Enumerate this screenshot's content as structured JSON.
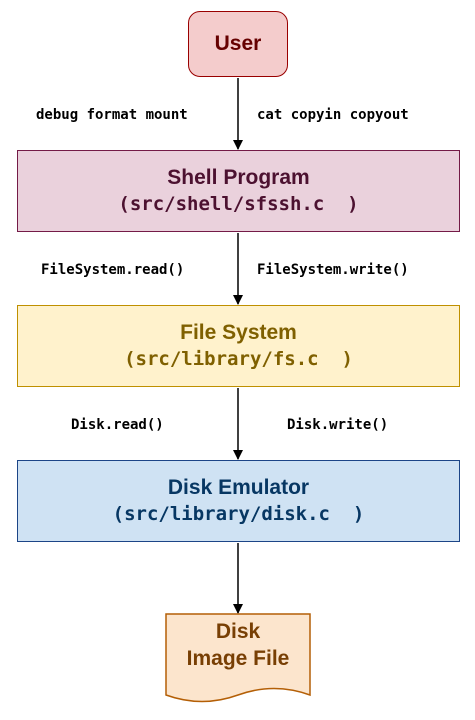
{
  "user": {
    "title": "User"
  },
  "user_labels": {
    "left": "debug format mount",
    "right": "cat copyin copyout"
  },
  "shell": {
    "title": "Shell Program",
    "path": "(src/shell/sfssh.c  )"
  },
  "shell_labels": {
    "left": "FileSystem.read()",
    "right": "FileSystem.write()"
  },
  "fs": {
    "title": "File System",
    "path": "(src/library/fs.c  )"
  },
  "fs_labels": {
    "left": "Disk.read()",
    "right": "Disk.write()"
  },
  "disk": {
    "title": "Disk Emulator",
    "path": "(src/library/disk.c  )"
  },
  "image_file": {
    "line1": "Disk",
    "line2": "Image File"
  },
  "colors": {
    "user_fill": "#f4cccc",
    "user_border": "#990000",
    "shell_fill": "#ead1dc",
    "shell_border": "#741b47",
    "fs_fill": "#fff2cc",
    "fs_border": "#bf9000",
    "disk_fill": "#cfe2f3",
    "disk_border": "#1c4587",
    "file_fill": "#fce5cd",
    "file_border": "#b45f06",
    "arrow": "#000000"
  }
}
